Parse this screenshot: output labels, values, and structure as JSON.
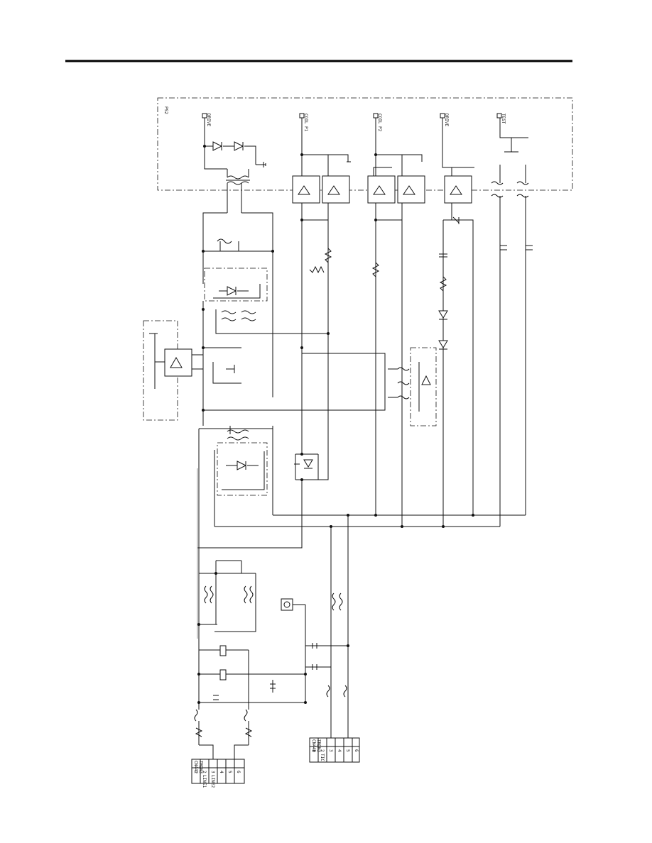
{
  "top_block_label": "PS2",
  "labels": {
    "k_dr1": "DRIVE",
    "k_tp1": "COIL P1",
    "k_tp2": "COIL P2",
    "k_dr2": "DRIVE",
    "k_tst": "TEST"
  },
  "connector_p1": {
    "header": "CN442\nTRDN3",
    "pins": [
      "1",
      "2",
      "3",
      "4",
      "5",
      "6"
    ],
    "signals": [
      "",
      "LINE1",
      "LINE2",
      "",
      "",
      ""
    ]
  },
  "connector_p2": {
    "header": "CN440\nTRDN3",
    "pins": [
      "1",
      "2",
      "3",
      "4",
      "5",
      "6"
    ],
    "signals": [
      "",
      "TIC",
      "",
      "",
      "",
      ""
    ]
  }
}
